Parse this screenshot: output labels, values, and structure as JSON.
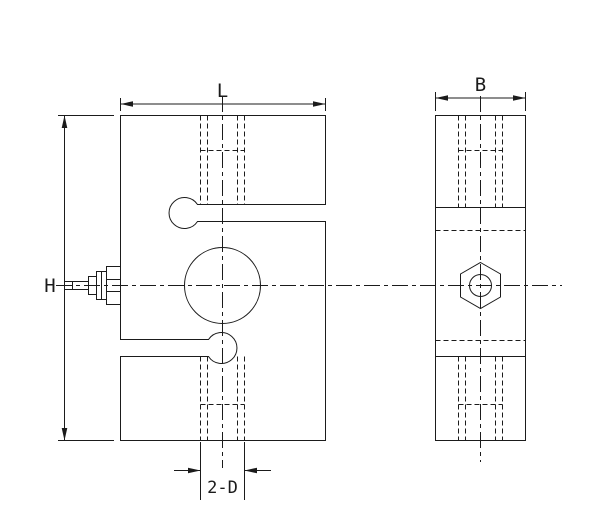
{
  "dimensions": {
    "length": "L",
    "height": "H",
    "depth": "B",
    "holes": "2-D"
  },
  "colors": {
    "line": "#1b1b1b",
    "background": "#ffffff"
  }
}
